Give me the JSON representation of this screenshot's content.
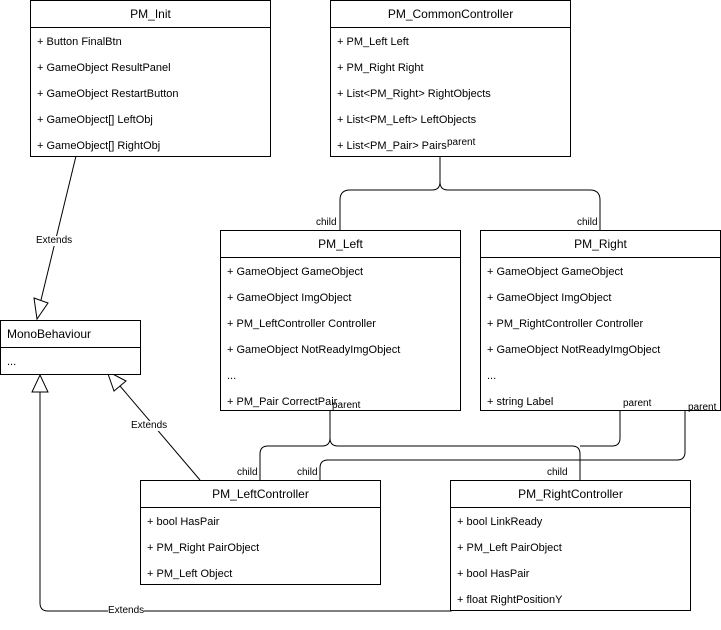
{
  "classes": {
    "pm_init": {
      "name": "PM_Init",
      "attrs": [
        "+ Button FinalBtn",
        "+ GameObject ResultPanel",
        "+ GameObject RestartButton",
        "+ GameObject[] LeftObj",
        "+ GameObject[] RightObj"
      ]
    },
    "pm_common": {
      "name": "PM_CommonController",
      "attrs": [
        "+ PM_Left Left",
        "+ PM_Right Right",
        "+ List<PM_Right> RightObjects",
        "+ List<PM_Left> LeftObjects",
        "+ List<PM_Pair> Pairs"
      ]
    },
    "pm_left": {
      "name": "PM_Left",
      "attrs": [
        "+ GameObject GameObject",
        "+ GameObject ImgObject",
        "+ PM_LeftController Controller",
        "+ GameObject NotReadyImgObject",
        "...",
        "+ PM_Pair CorrectPair"
      ]
    },
    "pm_right": {
      "name": "PM_Right",
      "attrs": [
        "+ GameObject GameObject",
        "+ GameObject ImgObject",
        "+ PM_RightController Controller",
        "+ GameObject NotReadyImgObject",
        "...",
        "+ string Label"
      ]
    },
    "mono": {
      "name": "MonoBehaviour",
      "attrs": [
        "..."
      ]
    },
    "pm_leftctrl": {
      "name": "PM_LeftController",
      "attrs": [
        "+ bool HasPair",
        "+ PM_Right PairObject",
        "+ PM_Left Object"
      ]
    },
    "pm_rightctrl": {
      "name": "PM_RightController",
      "attrs": [
        "+ bool LinkReady",
        "+ PM_Left PairObject",
        "+ bool HasPair",
        "+ float RightPositionY"
      ]
    }
  },
  "edge_labels": {
    "extends": "Extends",
    "parent": "parent",
    "child": "child"
  }
}
